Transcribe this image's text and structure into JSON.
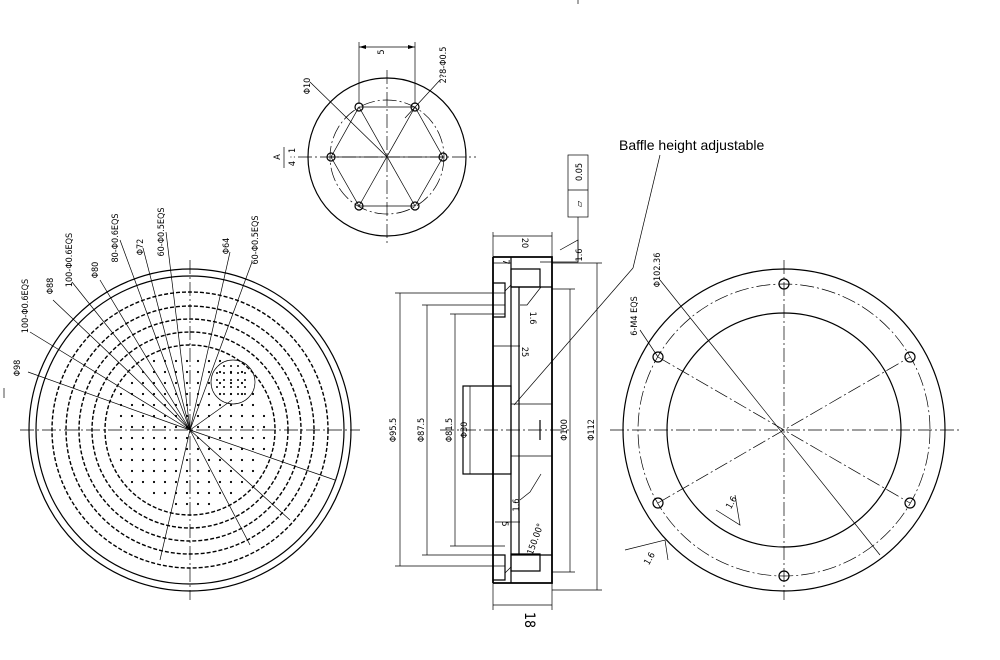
{
  "annotation": {
    "text": "Baffle height adjustable"
  },
  "detail_view": {
    "label": "A",
    "scale": "4 : 1",
    "dim_top": "5",
    "dim_pitch": "2?8-Φ0.5",
    "dim_dia": "Φ10"
  },
  "left_view": {
    "labels": [
      "Φ98",
      "100-Φ0.6EQS",
      "Φ88",
      "100-Φ0.6EQS",
      "Φ80",
      "80-Φ0.6EQS",
      "Φ72",
      "60-Φ0.5EQS",
      "Φ64",
      "60-Φ0.5EQS"
    ]
  },
  "section_view": {
    "dims_left": [
      "Φ95.5",
      "Φ87.5",
      "Φ81.5",
      "Φ30"
    ],
    "dims_right": [
      "Φ100",
      "Φ112"
    ],
    "dim_top_width": "20",
    "dim_inner_top": "7",
    "dim_25": "25",
    "dim_5": "5",
    "dim_bottom_width": "18",
    "angle": "150.00°",
    "roughness": [
      "1.6",
      "1.6",
      "1.6"
    ],
    "flatness_tol": "0.05",
    "flatness_symbol": "▱"
  },
  "right_view": {
    "labels": [
      "Φ102.36",
      "6-M4 EQS"
    ],
    "roughness": [
      "1.6",
      "1.6"
    ]
  }
}
